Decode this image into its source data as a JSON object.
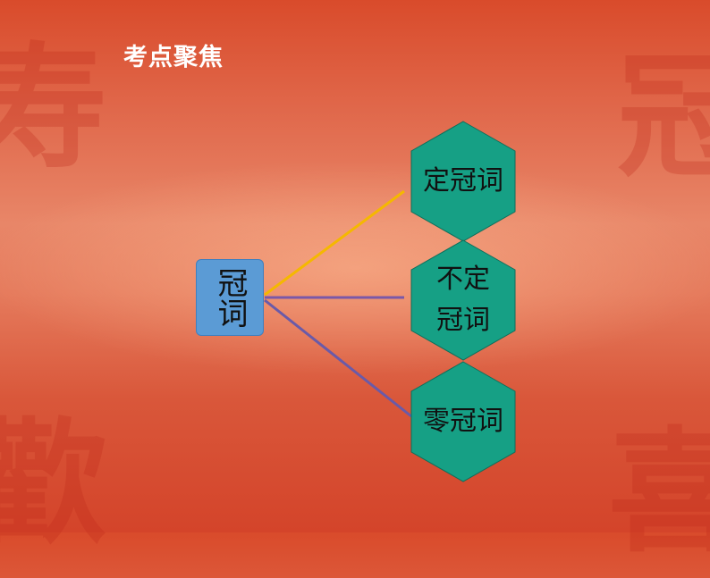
{
  "slide": {
    "title": "考点聚焦"
  },
  "diagram": {
    "root": "冠词",
    "nodes": [
      {
        "label": "定冠词",
        "connector_color": "#f5b800"
      },
      {
        "label": "不定冠词",
        "connector_color": "#7a58a8"
      },
      {
        "label": "零冠词",
        "connector_color": "#6a5aa8"
      }
    ],
    "node_color": "#16a085",
    "root_color": "#5b9bd5"
  }
}
